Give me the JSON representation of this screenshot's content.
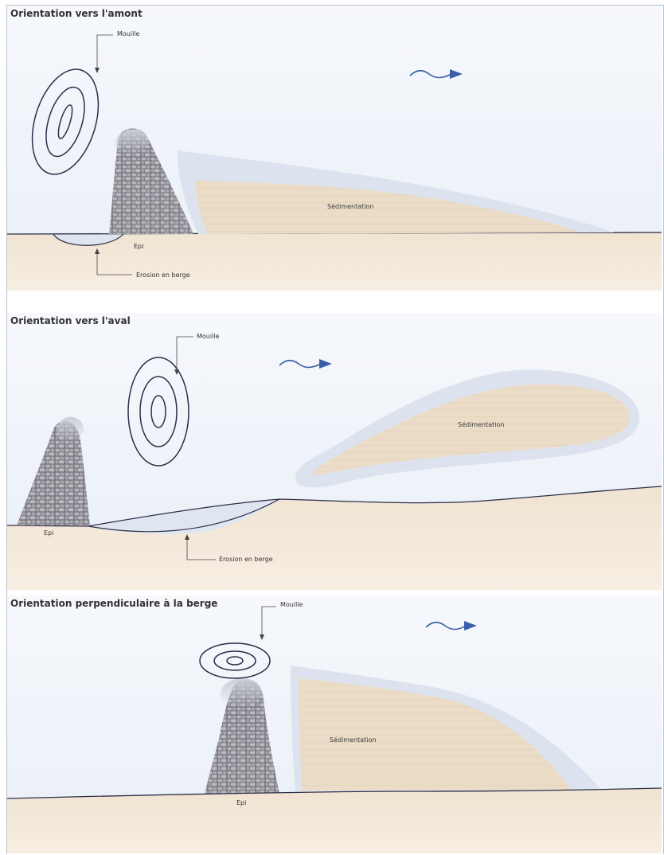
{
  "panels": [
    {
      "title": "Orientation vers l'amont",
      "labels": {
        "mouille": "Mouille",
        "sedimentation": "Sédimentation",
        "epi": "Epi",
        "erosion": "Erosion en berge"
      }
    },
    {
      "title": "Orientation vers l'aval",
      "labels": {
        "mouille": "Mouille",
        "sedimentation": "Sédimentation",
        "epi": "Epi",
        "erosion": "Erosion en berge"
      }
    },
    {
      "title": "Orientation perpendiculaire à la berge",
      "labels": {
        "mouille": "Mouille",
        "sedimentation": "Sédimentation",
        "epi": "Epi"
      }
    }
  ],
  "colors": {
    "water": "#edf2f9",
    "bank": "#f2e6d6",
    "sediment": "#eadcc6",
    "sediment_halo": "#dde3ec",
    "groyne_stone": "#8c8c94",
    "outline": "#2e2e4a",
    "flow_arrow": "#3b5ea8"
  },
  "icons": {
    "flow": "flow-arrow-icon",
    "mouille": "concentric-ellipse-icon"
  }
}
